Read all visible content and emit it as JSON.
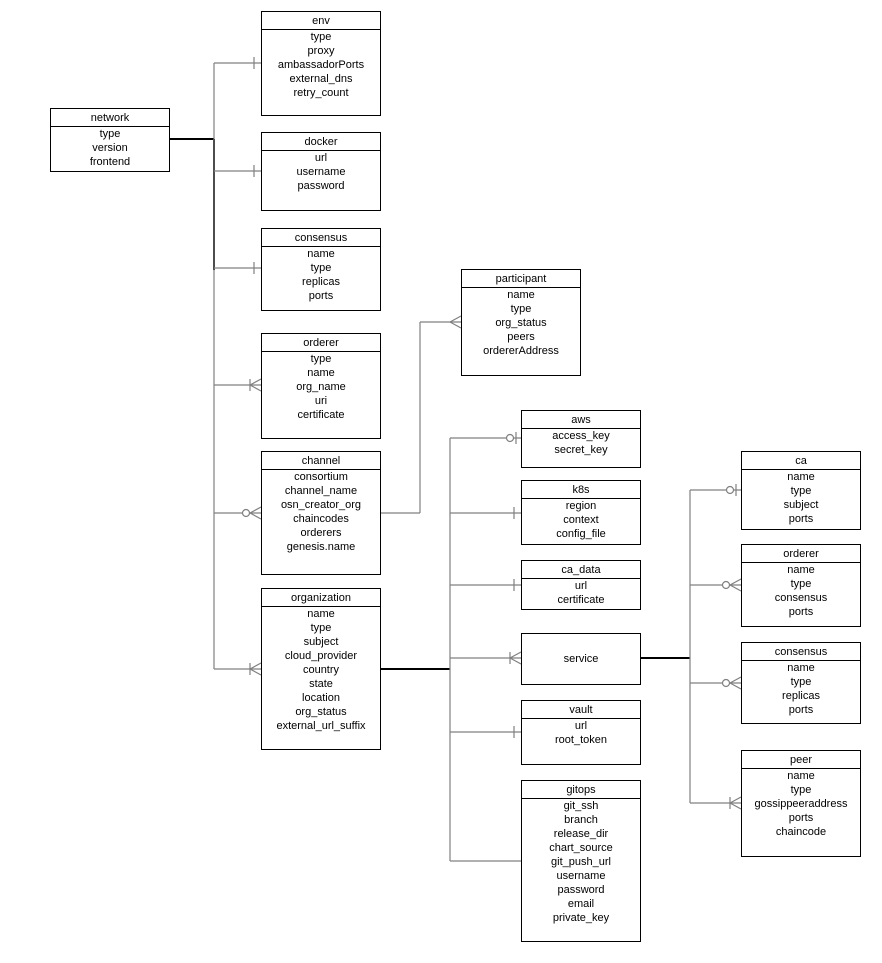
{
  "entities": {
    "network": {
      "title": "network",
      "fields": [
        "type",
        "version",
        "frontend"
      ]
    },
    "env": {
      "title": "env",
      "fields": [
        "type",
        "proxy",
        "ambassadorPorts",
        "external_dns",
        "retry_count"
      ]
    },
    "docker": {
      "title": "docker",
      "fields": [
        "url",
        "username",
        "password"
      ]
    },
    "consensus": {
      "title": "consensus",
      "fields": [
        "name",
        "type",
        "replicas",
        "ports"
      ]
    },
    "orderer": {
      "title": "orderer",
      "fields": [
        "type",
        "name",
        "org_name",
        "uri",
        "certificate"
      ]
    },
    "channel": {
      "title": "channel",
      "fields": [
        "consortium",
        "channel_name",
        "osn_creator_org",
        "chaincodes",
        "orderers",
        "genesis.name"
      ]
    },
    "organization": {
      "title": "organization",
      "fields": [
        "name",
        "type",
        "subject",
        "cloud_provider",
        "country",
        "state",
        "location",
        "org_status",
        "external_url_suffix"
      ]
    },
    "participant": {
      "title": "participant",
      "fields": [
        "name",
        "type",
        "org_status",
        "peers",
        "ordererAddress"
      ]
    },
    "aws": {
      "title": "aws",
      "fields": [
        "access_key",
        "secret_key"
      ]
    },
    "k8s": {
      "title": "k8s",
      "fields": [
        "region",
        "context",
        "config_file"
      ]
    },
    "ca_data": {
      "title": "ca_data",
      "fields": [
        "url",
        "certificate"
      ]
    },
    "service": {
      "title": "service",
      "fields": []
    },
    "vault": {
      "title": "vault",
      "fields": [
        "url",
        "root_token"
      ]
    },
    "gitops": {
      "title": "gitops",
      "fields": [
        "git_ssh",
        "branch",
        "release_dir",
        "chart_source",
        "git_push_url",
        "username",
        "password",
        "email",
        "private_key"
      ]
    },
    "svc_ca": {
      "title": "ca",
      "fields": [
        "name",
        "type",
        "subject",
        "ports"
      ]
    },
    "svc_orderer": {
      "title": "orderer",
      "fields": [
        "name",
        "type",
        "consensus",
        "ports"
      ]
    },
    "svc_consensus": {
      "title": "consensus",
      "fields": [
        "name",
        "type",
        "replicas",
        "ports"
      ]
    },
    "svc_peer": {
      "title": "peer",
      "fields": [
        "name",
        "type",
        "gossippeeraddress",
        "ports",
        "chaincode"
      ]
    }
  },
  "relations": [
    {
      "from": "network",
      "to": "env",
      "cardinality": "one"
    },
    {
      "from": "network",
      "to": "docker",
      "cardinality": "one"
    },
    {
      "from": "network",
      "to": "consensus",
      "cardinality": "one"
    },
    {
      "from": "network",
      "to": "orderer",
      "cardinality": "one-or-many"
    },
    {
      "from": "network",
      "to": "channel",
      "cardinality": "zero-or-many"
    },
    {
      "from": "network",
      "to": "organization",
      "cardinality": "one-or-many"
    },
    {
      "from": "channel",
      "to": "participant",
      "cardinality": "many"
    },
    {
      "from": "organization",
      "to": "aws",
      "cardinality": "zero-or-one"
    },
    {
      "from": "organization",
      "to": "k8s",
      "cardinality": "one"
    },
    {
      "from": "organization",
      "to": "ca_data",
      "cardinality": "one"
    },
    {
      "from": "organization",
      "to": "service",
      "cardinality": "one-or-many"
    },
    {
      "from": "organization",
      "to": "vault",
      "cardinality": "one"
    },
    {
      "from": "organization",
      "to": "gitops",
      "cardinality": "none"
    },
    {
      "from": "service",
      "to": "svc_ca",
      "cardinality": "zero-or-one"
    },
    {
      "from": "service",
      "to": "svc_orderer",
      "cardinality": "zero-or-many"
    },
    {
      "from": "service",
      "to": "svc_consensus",
      "cardinality": "zero-or-many"
    },
    {
      "from": "service",
      "to": "svc_peer",
      "cardinality": "one-or-many"
    }
  ],
  "colors": {
    "line": "#808080",
    "trunk": "#000000",
    "border": "#000000",
    "background": "#ffffff"
  }
}
